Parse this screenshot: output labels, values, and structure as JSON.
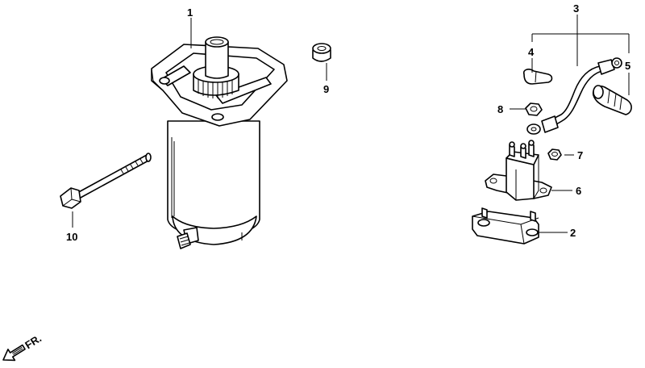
{
  "callouts": [
    {
      "id": "1",
      "label": "1"
    },
    {
      "id": "2",
      "label": "2"
    },
    {
      "id": "3",
      "label": "3"
    },
    {
      "id": "4",
      "label": "4"
    },
    {
      "id": "5",
      "label": "5"
    },
    {
      "id": "6",
      "label": "6"
    },
    {
      "id": "7",
      "label": "7"
    },
    {
      "id": "8",
      "label": "8"
    },
    {
      "id": "9",
      "label": "9"
    },
    {
      "id": "10",
      "label": "10"
    }
  ],
  "direction": {
    "label": "FR.",
    "icon": "front-direction-arrow-icon"
  }
}
